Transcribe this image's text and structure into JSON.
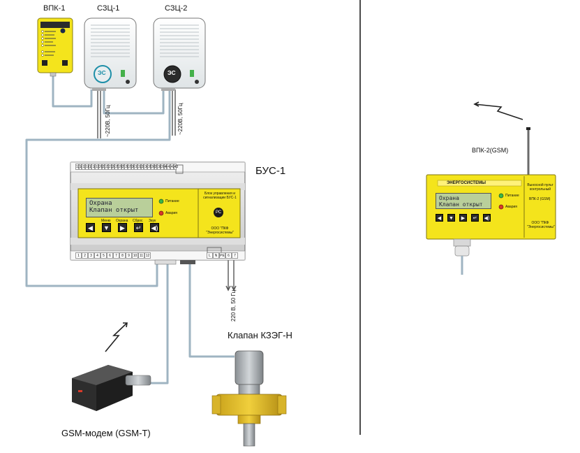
{
  "devices": {
    "vpk1": {
      "label": "ВПК-1"
    },
    "szc1": {
      "label": "СЗЦ-1",
      "logo": "ЭС"
    },
    "szc2": {
      "label": "СЗЦ-2",
      "logo": "ЭС"
    },
    "bus1": {
      "label": "БУС-1",
      "lcd_line1": "Охрана",
      "lcd_line2": "Клапан открыт",
      "indicator_power": "Питание",
      "indicator_alarm": "Авария",
      "button_labels": [
        "Меню",
        "Охрана",
        "Сброс",
        "Звук"
      ],
      "side_text": "Блок управления и сигнализации БУС-1",
      "maker": "ООО \"ПКФ \"Энергосистемы\"",
      "cert_mark": "РС",
      "terminals_top": [
        "13",
        "14",
        "15",
        "16",
        "17",
        "18",
        "19",
        "20",
        "21",
        "22",
        "23",
        "24",
        "25",
        "26",
        "27",
        "28",
        "29",
        "30",
        "31",
        "32",
        "33",
        "34",
        "35",
        "36",
        "37",
        "38",
        "39",
        "40",
        "41",
        "42",
        "43"
      ],
      "terminals_bottom": [
        "1",
        "2",
        "3",
        "4",
        "5",
        "6",
        "7",
        "8",
        "9",
        "10",
        "11",
        "12"
      ],
      "terminals_bottom_right": [
        "L",
        "N",
        "PE",
        "6",
        "7"
      ]
    },
    "vpk2": {
      "label": "ВПК-2(GSM)",
      "brand": "ЭНЕРГОСИСТЕМЫ",
      "lcd_line1": "Охрана",
      "lcd_line2": "Клапан открыт",
      "indicator_power": "Питание",
      "indicator_alarm": "Авария",
      "side_text": "Выносной пульт контрольный",
      "model": "ВПК-2 (GSM)",
      "maker": "ООО \"ПКФ \"Энергосистемы\""
    },
    "valve": {
      "label": "Клапан КЗЭГ-Н"
    },
    "modem": {
      "label": "GSM-модем (GSM-T)"
    }
  },
  "power_labels": {
    "szc1": "~220В, 50Гц",
    "szc2": "~220В, 50Гц",
    "bus": "220 В, 50 Гц"
  },
  "colors": {
    "device_yellow": "#f4e41c",
    "cable": "#9fb4c2",
    "lcd": "#b9cf9a",
    "divider": "#4a4a4a"
  }
}
